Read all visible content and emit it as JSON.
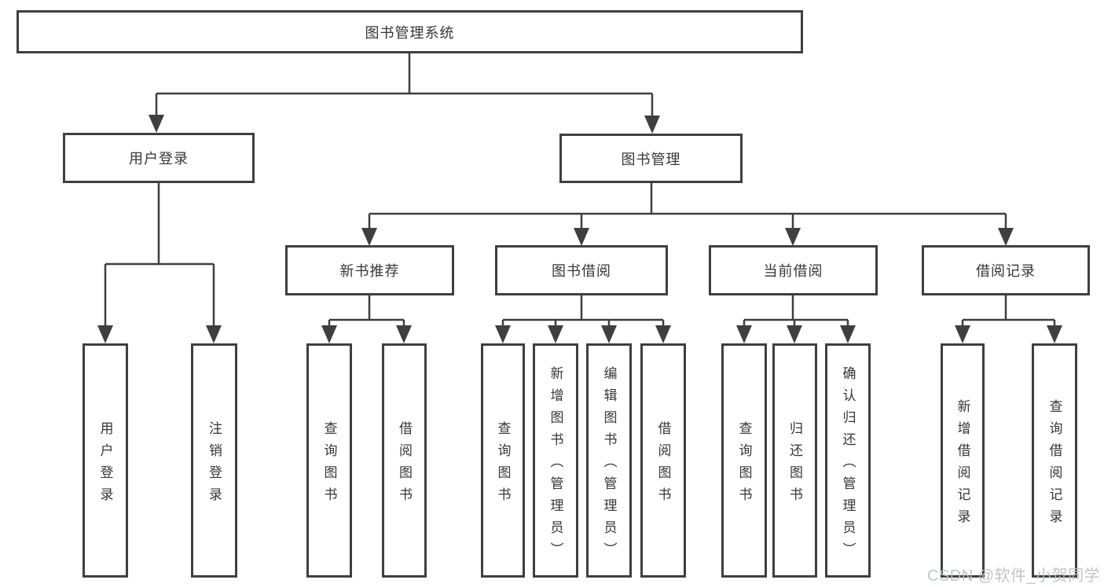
{
  "diagram": {
    "root": {
      "label": "图书管理系统"
    },
    "branches": [
      {
        "label": "用户登录",
        "children": [
          {
            "label": "用户登录"
          },
          {
            "label": "注销登录"
          }
        ]
      },
      {
        "label": "图书管理",
        "children": [
          {
            "label": "新书推荐",
            "children": [
              {
                "label": "查询图书"
              },
              {
                "label": "借阅图书"
              }
            ]
          },
          {
            "label": "图书借阅",
            "children": [
              {
                "label": "查询图书"
              },
              {
                "label": "新增图书（管理员）"
              },
              {
                "label": "编辑图书（管理员）"
              },
              {
                "label": "借阅图书"
              }
            ]
          },
          {
            "label": "当前借阅",
            "children": [
              {
                "label": "查询图书"
              },
              {
                "label": "归还图书"
              },
              {
                "label": "确认归还（管理员）"
              }
            ]
          },
          {
            "label": "借阅记录",
            "children": [
              {
                "label": "新增借阅记录"
              },
              {
                "label": "查询借阅记录"
              }
            ]
          }
        ]
      }
    ]
  },
  "colors": {
    "line": "#3f3f3f",
    "box_border": "#3f3f3f",
    "text": "#363636",
    "background": "#ffffff",
    "watermark": "#b9bfc9"
  },
  "watermark": {
    "text": "CSDN @软件_小贺同学"
  }
}
